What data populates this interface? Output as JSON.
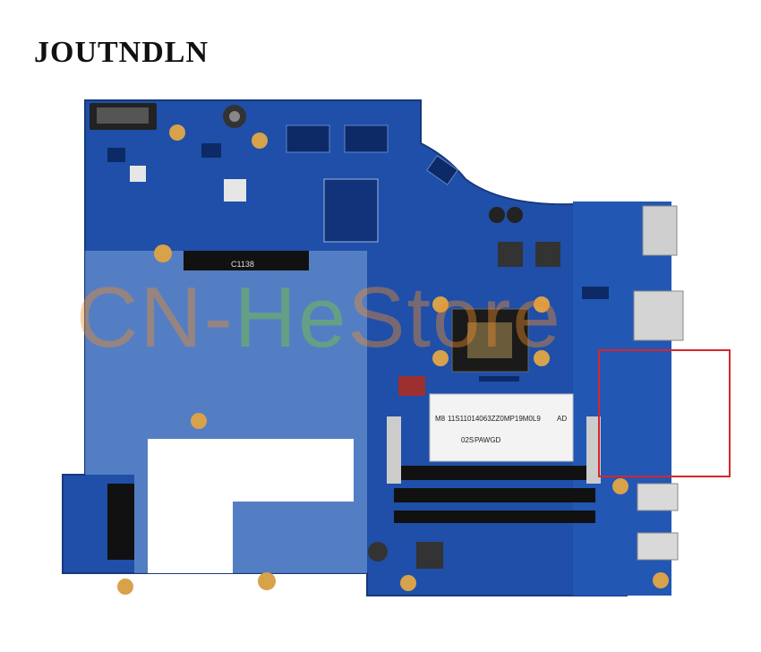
{
  "brand": {
    "text": "JOUTNDLN"
  },
  "watermark": {
    "part1": "CN-",
    "part2": "He",
    "part3": "Store"
  },
  "sticker": {
    "line1": "M8",
    "line2": "11S11014063ZZ0MP19M0L9",
    "line3": "AD",
    "line4": "PAWGD",
    "line5": "02S"
  },
  "silkscreen": {
    "connector_label": "C1138"
  },
  "colors": {
    "pcb": "#1f4fa8",
    "pcb_dark": "#17397c",
    "highlight_box": "#d8252a",
    "watermark_orange": "#f08c28",
    "watermark_green": "#78c83c"
  }
}
